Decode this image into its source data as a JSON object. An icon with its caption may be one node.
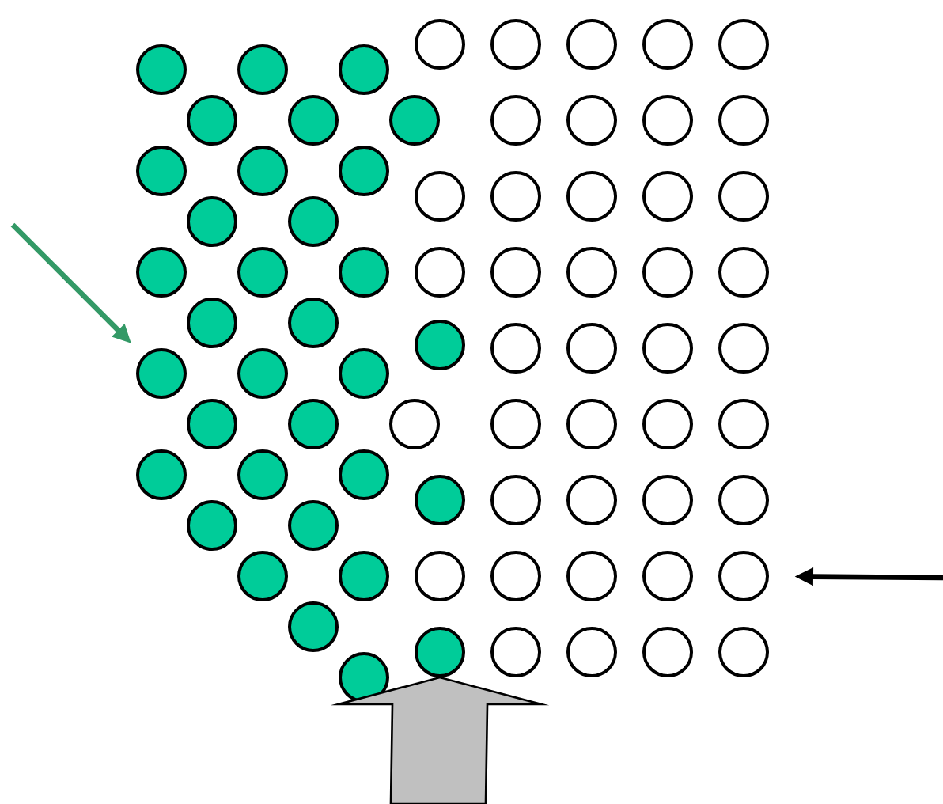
{
  "diagram": {
    "nodes": [
      {
        "text": [],
        "shape": "circle"
      },
      {
        "text": [],
        "shape": "circle"
      },
      {
        "text": [],
        "shape": "circle"
      },
      {
        "text": [],
        "shape": "circle"
      },
      {
        "text": [],
        "shape": "circle"
      },
      {
        "text": [],
        "shape": "circle"
      },
      {
        "text": [],
        "shape": "circle"
      },
      {
        "text": [],
        "shape": "circle"
      },
      {
        "text": [],
        "shape": "circle"
      },
      {
        "text": [],
        "shape": "circle"
      },
      {
        "text": [],
        "shape": "circle"
      },
      {
        "text": [],
        "shape": "circle"
      },
      {
        "text": [],
        "shape": "circle"
      },
      {
        "text": [],
        "shape": "circle"
      },
      {
        "text": [],
        "shape": "circle"
      },
      {
        "text": [],
        "shape": "circle"
      },
      {
        "text": [],
        "shape": "circle"
      },
      {
        "text": [],
        "shape": "circle"
      },
      {
        "text": [],
        "shape": "circle"
      },
      {
        "text": [],
        "shape": "circle"
      },
      {
        "text": [],
        "shape": "circle"
      },
      {
        "text": [],
        "shape": "circle"
      },
      {
        "text": [],
        "shape": "circle"
      },
      {
        "text": [],
        "shape": "circle"
      },
      {
        "text": [],
        "shape": "circle"
      },
      {
        "text": [],
        "shape": "circle"
      },
      {
        "text": [],
        "shape": "circle"
      },
      {
        "text": [],
        "shape": "circle"
      },
      {
        "text": [],
        "shape": "circle"
      },
      {
        "text": [],
        "shape": "circle"
      },
      {
        "text": [],
        "shape": "circle"
      },
      {
        "text": [],
        "shape": "circle"
      },
      {
        "text": [],
        "shape": "circle"
      },
      {
        "text": [],
        "shape": "circle"
      },
      {
        "text": [],
        "shape": "circle"
      },
      {
        "text": [],
        "shape": "circle"
      },
      {
        "text": [],
        "shape": "circle"
      },
      {
        "text": [],
        "shape": "circle"
      },
      {
        "text": [],
        "shape": "circle"
      },
      {
        "text": [],
        "shape": "circle"
      },
      {
        "text": [],
        "shape": "circle"
      },
      {
        "text": [],
        "shape": "circle"
      },
      {
        "text": [],
        "shape": "circle"
      },
      {
        "text": [],
        "shape": "circle"
      },
      {
        "text": [],
        "shape": "circle"
      },
      {
        "text": [],
        "shape": "circle"
      },
      {
        "text": [],
        "shape": "circle"
      },
      {
        "text": [],
        "shape": "circle"
      },
      {
        "text": [],
        "shape": "circle"
      },
      {
        "text": [],
        "shape": "circle"
      },
      {
        "text": [],
        "shape": "circle"
      },
      {
        "text": [],
        "shape": "circle"
      },
      {
        "text": [],
        "shape": "circle"
      },
      {
        "text": [],
        "shape": "circle"
      },
      {
        "text": [],
        "shape": "circle"
      },
      {
        "text": [],
        "shape": "circle"
      },
      {
        "text": [],
        "shape": "circle"
      },
      {
        "text": [],
        "shape": "circle"
      },
      {
        "text": [],
        "shape": "circle"
      },
      {
        "text": [],
        "shape": "circle"
      },
      {
        "text": [],
        "shape": "circle"
      },
      {
        "text": [],
        "shape": "circle"
      },
      {
        "text": [],
        "shape": "circle"
      },
      {
        "text": [],
        "shape": "circle"
      },
      {
        "text": [],
        "shape": "circle"
      },
      {
        "text": [],
        "shape": "circle"
      },
      {
        "text": [],
        "shape": "circle"
      },
      {
        "text": [],
        "shape": "circle"
      },
      {
        "text": [],
        "shape": "circle"
      },
      {
        "text": [],
        "shape": "circle"
      },
      {
        "text": [],
        "shape": "circle"
      },
      {
        "text": [],
        "shape": "circle"
      },
      {
        "text": [],
        "shape": "circle"
      },
      {
        "text": [],
        "shape": "circle"
      }
    ],
    "edges": [
      {
        "from": null,
        "to": 40,
        "arrow": "to",
        "color": "#339966"
      },
      {
        "from": null,
        "to": 66,
        "arrow": "to",
        "color": "#000000"
      },
      {
        "from": null,
        "to": 68,
        "arrow": "to",
        "style": "thick",
        "color": "#c0c0c0"
      }
    ]
  }
}
